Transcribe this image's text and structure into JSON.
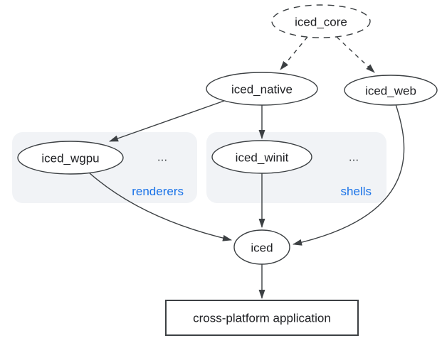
{
  "colors": {
    "accent_blue": "#1a73e8",
    "line": "#3c4043",
    "group_fill": "#f1f3f6",
    "node_fill": "#ffffff"
  },
  "nodes": {
    "iced_core": "iced_core",
    "iced_native": "iced_native",
    "iced_web": "iced_web",
    "iced_wgpu": "iced_wgpu",
    "iced_winit": "iced_winit",
    "iced": "iced",
    "application": "cross-platform application"
  },
  "groups": {
    "renderers": {
      "label": "renderers",
      "more": "..."
    },
    "shells": {
      "label": "shells",
      "more": "..."
    }
  }
}
